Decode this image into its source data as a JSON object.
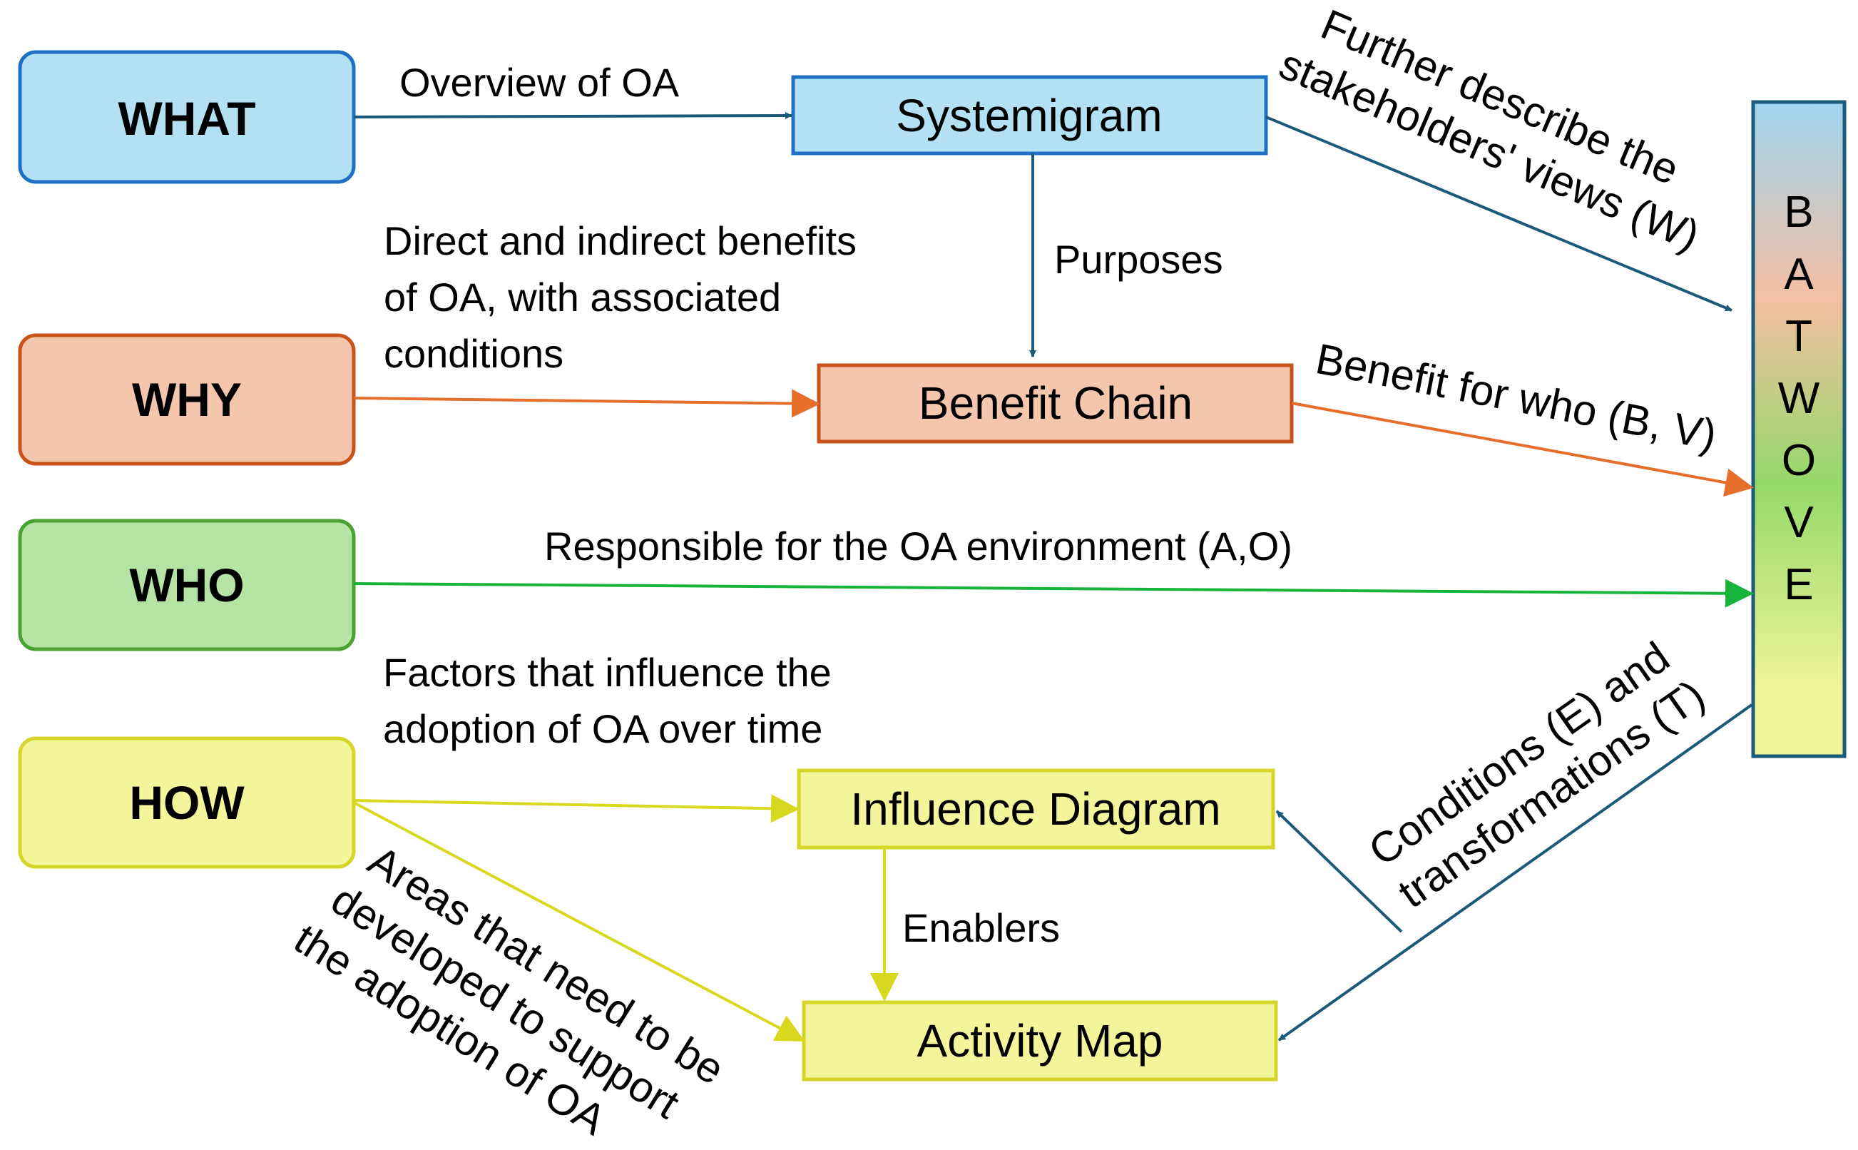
{
  "questions": [
    {
      "id": "what",
      "label": "WHAT",
      "fill": "#b3e0f2",
      "stroke": "#1f6fc4"
    },
    {
      "id": "why",
      "label": "WHY",
      "fill": "#f4c6ad",
      "stroke": "#c9531b"
    },
    {
      "id": "who",
      "label": "WHO",
      "fill": "#b4e3a4",
      "stroke": "#4aa233"
    },
    {
      "id": "how",
      "label": "HOW",
      "fill": "#f2f59a",
      "stroke": "#d6d62a"
    }
  ],
  "methods": {
    "systemigram": {
      "label": "Systemigram",
      "fill": "#b3e0f2",
      "stroke": "#1f6fc4"
    },
    "benefit_chain": {
      "label": "Benefit Chain",
      "fill": "#f4c6ad",
      "stroke": "#c9531b"
    },
    "influence_diagram": {
      "label": "Influence Diagram",
      "fill": "#f2f59a",
      "stroke": "#d6d62a"
    },
    "activity_map": {
      "label": "Activity Map",
      "fill": "#f2f59a",
      "stroke": "#d6d62a"
    }
  },
  "batwove": {
    "letters": [
      "B",
      "A",
      "T",
      "W",
      "O",
      "V",
      "E"
    ],
    "gradient": [
      "#9fd4ef",
      "#f4bfa3",
      "#95d86a",
      "#f1f59a"
    ],
    "stroke": "#1c5a7a"
  },
  "edges": {
    "overview": "Overview of OA",
    "purposes": "Purposes",
    "benefits": [
      "Direct and indirect benefits",
      "of OA, with associated",
      "conditions"
    ],
    "responsible": "Responsible for the OA environment (A,O)",
    "factors": [
      "Factors that influence the",
      "adoption of OA over time"
    ],
    "enablers": "Enablers",
    "stakeholders": [
      "Further describe the",
      "stakeholders' views (W)"
    ],
    "benefit_for_who": "Benefit for who (B, V)",
    "conditions": [
      "Conditions (E)  and",
      "transformations (T)"
    ],
    "areas": [
      "Areas that need to be",
      "developed to support",
      "the adoption of OA"
    ]
  },
  "colors": {
    "blue_arrow": "#1c5a7a",
    "orange_arrow": "#e56f2a",
    "green_arrow": "#17b33a",
    "yellow_arrow": "#d8d81e"
  }
}
